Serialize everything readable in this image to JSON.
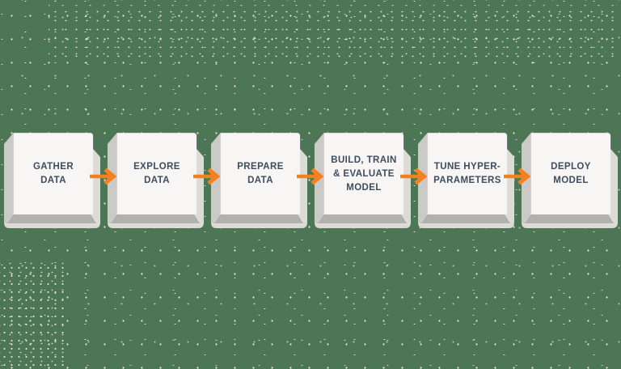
{
  "background": {
    "color": "#4d7656",
    "speckle_color": "#e9e5d9"
  },
  "diagram": {
    "text_color": "#3e4c5e",
    "arrow_color": "#f5801f",
    "box_face_color": "#f7f6f4",
    "steps": [
      {
        "label": "GATHER\nDATA"
      },
      {
        "label": "EXPLORE\nDATA"
      },
      {
        "label": "PREPARE\nDATA"
      },
      {
        "label": "BUILD, TRAIN\n& EVALUATE\nMODEL"
      },
      {
        "label": "TUNE HYPER-\nPARAMETERS"
      },
      {
        "label": "DEPLOY\nMODEL"
      }
    ]
  }
}
